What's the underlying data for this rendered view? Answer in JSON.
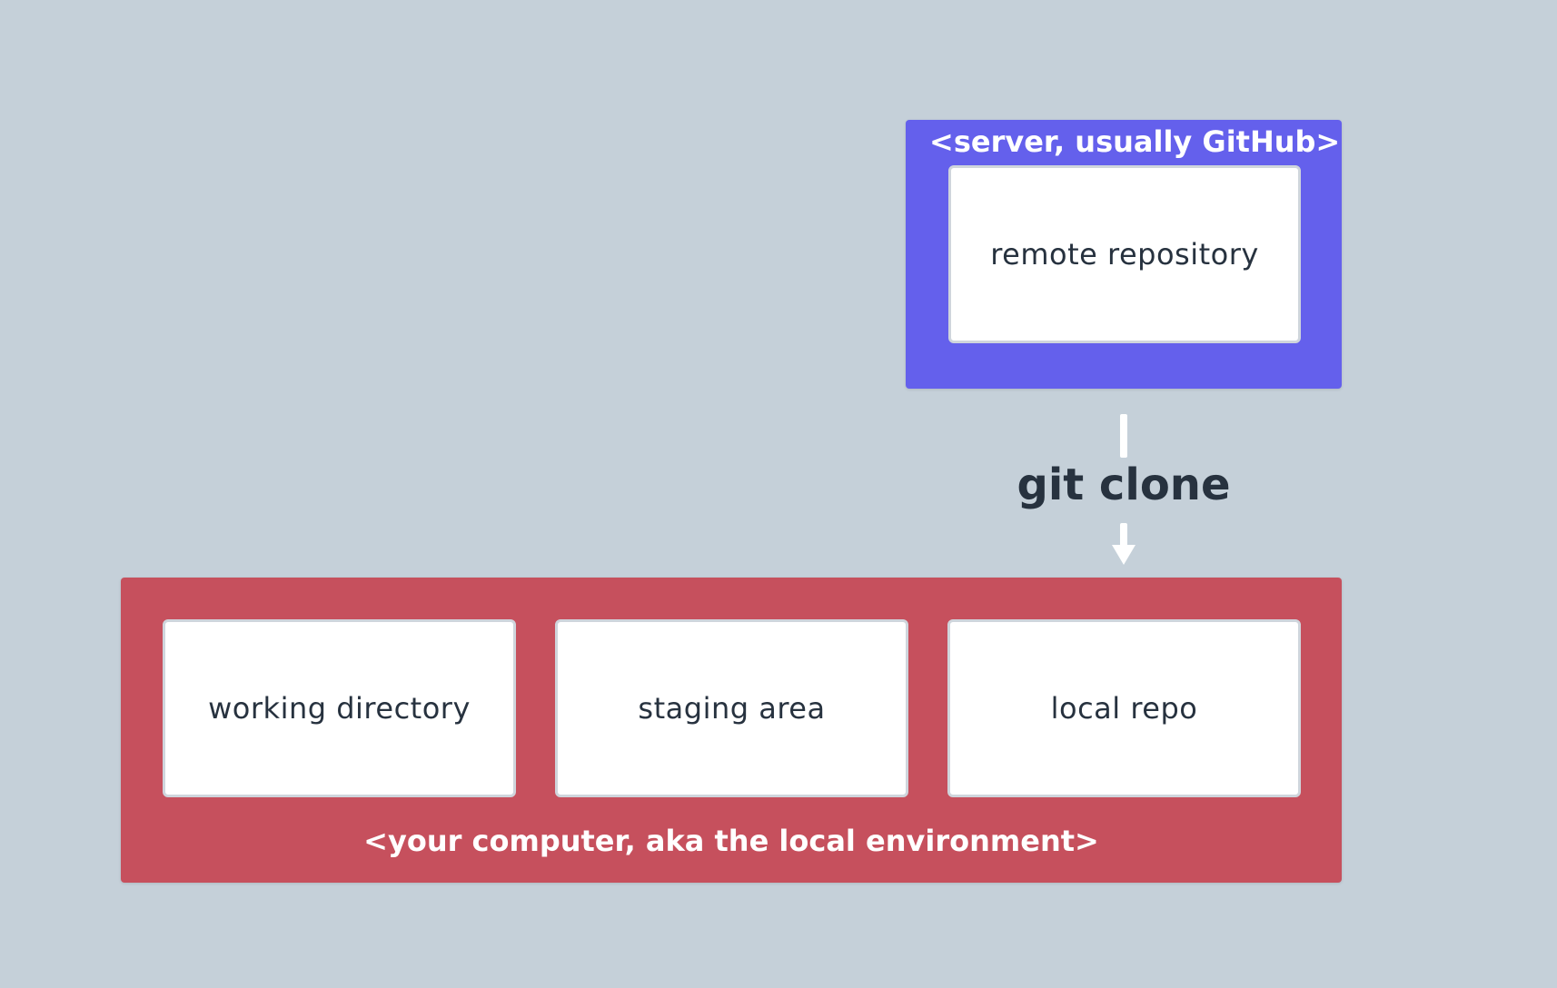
{
  "colors": {
    "background": "#c5d0d9",
    "server_env": "#6460ec",
    "local_env": "#c6505d",
    "box_fill": "#ffffff",
    "box_border": "#cfd5dc",
    "text_dark": "#27323f",
    "text_light": "#ffffff"
  },
  "server": {
    "label": "<server, usually GitHub>",
    "box": "remote repository"
  },
  "command": {
    "label": "git clone",
    "direction": "down"
  },
  "local": {
    "label": "<your computer, aka the local environment>",
    "boxes": [
      "working directory",
      "staging area",
      "local repo"
    ]
  }
}
